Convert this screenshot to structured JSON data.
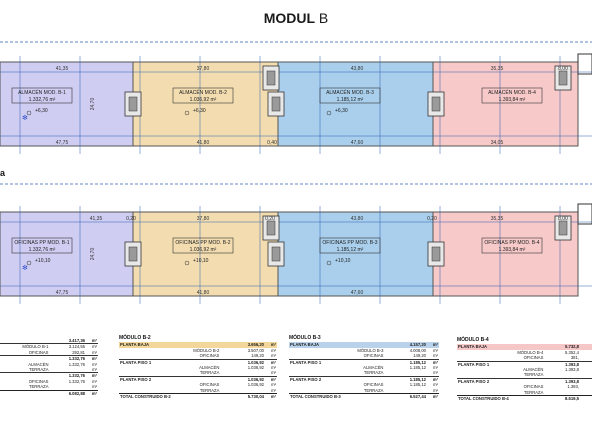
{
  "title_bold": "MODUL",
  "title_rest": " B",
  "side_label": "a",
  "colors": {
    "mod1": "#cfcdf2",
    "mod2": "#f3ddb0",
    "mod3": "#a9cfec",
    "mod4": "#f7c9c9",
    "grid": "#2f5fb3",
    "wall": "#555555"
  },
  "plan_top": {
    "dims_top": [
      "41,35",
      "37,80",
      "43,80",
      "35,35",
      "8,00"
    ],
    "dims_bottom": [
      "47,75",
      "41,80",
      "0,40",
      "47,60",
      "34,05"
    ],
    "side_dim": "24,70",
    "levels": [
      "+6,30",
      "+6,30",
      "+6,30"
    ],
    "labels": [
      {
        "name": "ALMACÉN MOD. B-1",
        "area": "1.332,76 m²"
      },
      {
        "name": "ALMACÉN MOD. B-2",
        "area": "1.036,92 m²"
      },
      {
        "name": "ALMACÉN MOD. B-3",
        "area": "1.185,12 m²"
      },
      {
        "name": "ALMACÉN MOD. B-4",
        "area": "1.393,84 m²"
      }
    ]
  },
  "plan_bottom": {
    "dims_top": [
      "0,20",
      "41,35",
      "37,80",
      "0,20",
      "43,80",
      "0,20",
      "35,35",
      "8,00"
    ],
    "dims_bottom": [
      "47,75",
      "41,80",
      "47,60"
    ],
    "side_dim": "24,70",
    "levels": [
      "+10,10",
      "+10,10",
      "+10,10"
    ],
    "labels": [
      {
        "name": "OFICINAS PP MOD. B-1",
        "area": "1.332,76 m²"
      },
      {
        "name": "OFICINAS PP MOD. B-2",
        "area": "1.036,92 m²"
      },
      {
        "name": "OFICINAS PP MOD. B-3",
        "area": "1.185,12 m²"
      },
      {
        "name": "OFICINAS PP MOD. B-4",
        "area": "1.393,84 m²"
      }
    ]
  },
  "tables": {
    "b1": {
      "rows": [
        {
          "c1": "",
          "c2": "3.417,36",
          "u": "m²",
          "style": "bold"
        },
        {
          "c1": "MÓDULO B-1",
          "c2": "3.124,55",
          "u": "m²",
          "style": "top"
        },
        {
          "c1": "OFICINAS",
          "c2": "292,81",
          "u": "m²",
          "style": ""
        },
        {
          "c1": "",
          "c2": "1.332,76",
          "u": "m²",
          "style": "bold top"
        },
        {
          "c1": "ALMACÉN",
          "c2": "1.332,76",
          "u": "m²",
          "style": ""
        },
        {
          "c1": "TERRAZA",
          "c2": "",
          "u": "m²",
          "style": ""
        },
        {
          "c1": "",
          "c2": "1.332,76",
          "u": "m²",
          "style": "bold top"
        },
        {
          "c1": "OFICINAS",
          "c2": "1.332,76",
          "u": "m²",
          "style": ""
        },
        {
          "c1": "TERRAZA",
          "c2": "",
          "u": "m²",
          "style": ""
        },
        {
          "c1": "",
          "c2": "6.082,88",
          "u": "m²",
          "style": "tot"
        }
      ]
    },
    "b2": {
      "header": "MÓDULO B-2",
      "rows": [
        {
          "c1": "PLANTA BAJA",
          "c2": "3.656,20",
          "u": "m²",
          "style": "bold hl"
        },
        {
          "c1": "MÓDULO B-2",
          "c2": "3.507,00",
          "u": "m²",
          "style": ""
        },
        {
          "c1": "OFICINAS",
          "c2": "149,20",
          "u": "m²",
          "style": ""
        },
        {
          "c1": "PLANTA PISO 1",
          "c2": "1.036,92",
          "u": "m²",
          "style": "bold top"
        },
        {
          "c1": "ALMACÉN",
          "c2": "1.036,92",
          "u": "m²",
          "style": ""
        },
        {
          "c1": "TERRAZA",
          "c2": "",
          "u": "m²",
          "style": ""
        },
        {
          "c1": "PLANTA PISO 2",
          "c2": "1.036,92",
          "u": "m²",
          "style": "bold top"
        },
        {
          "c1": "OFICINAS",
          "c2": "1.036,92",
          "u": "m²",
          "style": ""
        },
        {
          "c1": "TERRAZA",
          "c2": "",
          "u": "m²",
          "style": ""
        },
        {
          "c1": "TOTAL CONSTRUIDO B-2",
          "c2": "5.730,04",
          "u": "m²",
          "style": "tot"
        }
      ]
    },
    "b3": {
      "header": "MÓDULO B-3",
      "rows": [
        {
          "c1": "PLANTA BAJA",
          "c2": "4.157,20",
          "u": "m²",
          "style": "bold hlb"
        },
        {
          "c1": "MÓDULO B-3",
          "c2": "4.008,00",
          "u": "m²",
          "style": ""
        },
        {
          "c1": "OFICINAS",
          "c2": "149,20",
          "u": "m²",
          "style": ""
        },
        {
          "c1": "PLANTA PISO 1",
          "c2": "1.185,12",
          "u": "m²",
          "style": "bold top"
        },
        {
          "c1": "ALMACÉN",
          "c2": "1.185,12",
          "u": "m²",
          "style": ""
        },
        {
          "c1": "TERRAZA",
          "c2": "",
          "u": "m²",
          "style": ""
        },
        {
          "c1": "PLANTA PISO 2",
          "c2": "1.185,12",
          "u": "m²",
          "style": "bold top"
        },
        {
          "c1": "OFICINAS",
          "c2": "1.185,12",
          "u": "m²",
          "style": ""
        },
        {
          "c1": "TERRAZA",
          "c2": "",
          "u": "m²",
          "style": ""
        },
        {
          "c1": "TOTAL CONSTRUIDO B-3",
          "c2": "6.527,44",
          "u": "m²",
          "style": "tot"
        }
      ]
    },
    "b4": {
      "header": "MÓDULO B-4",
      "rows": [
        {
          "c1": "PLANTA BAJA",
          "c2": "5.732,8",
          "u": "",
          "style": "bold hlp"
        },
        {
          "c1": "MÓDULO B-4",
          "c2": "5.352,4",
          "u": "",
          "style": ""
        },
        {
          "c1": "OFICINAS",
          "c2": "381,",
          "u": "",
          "style": ""
        },
        {
          "c1": "PLANTA PISO 1",
          "c2": "1.393,8",
          "u": "",
          "style": "bold top"
        },
        {
          "c1": "ALMACÉN",
          "c2": "1.393,8",
          "u": "",
          "style": ""
        },
        {
          "c1": "TERRAZA",
          "c2": "",
          "u": "",
          "style": ""
        },
        {
          "c1": "PLANTA PISO 2",
          "c2": "1.393,8",
          "u": "",
          "style": "bold top"
        },
        {
          "c1": "OFICINAS",
          "c2": "1.393,",
          "u": "",
          "style": ""
        },
        {
          "c1": "TERRAZA",
          "c2": "",
          "u": "",
          "style": ""
        },
        {
          "c1": "TOTAL CONSTRUIDO B-4",
          "c2": "8.519,5",
          "u": "",
          "style": "tot"
        }
      ]
    }
  }
}
